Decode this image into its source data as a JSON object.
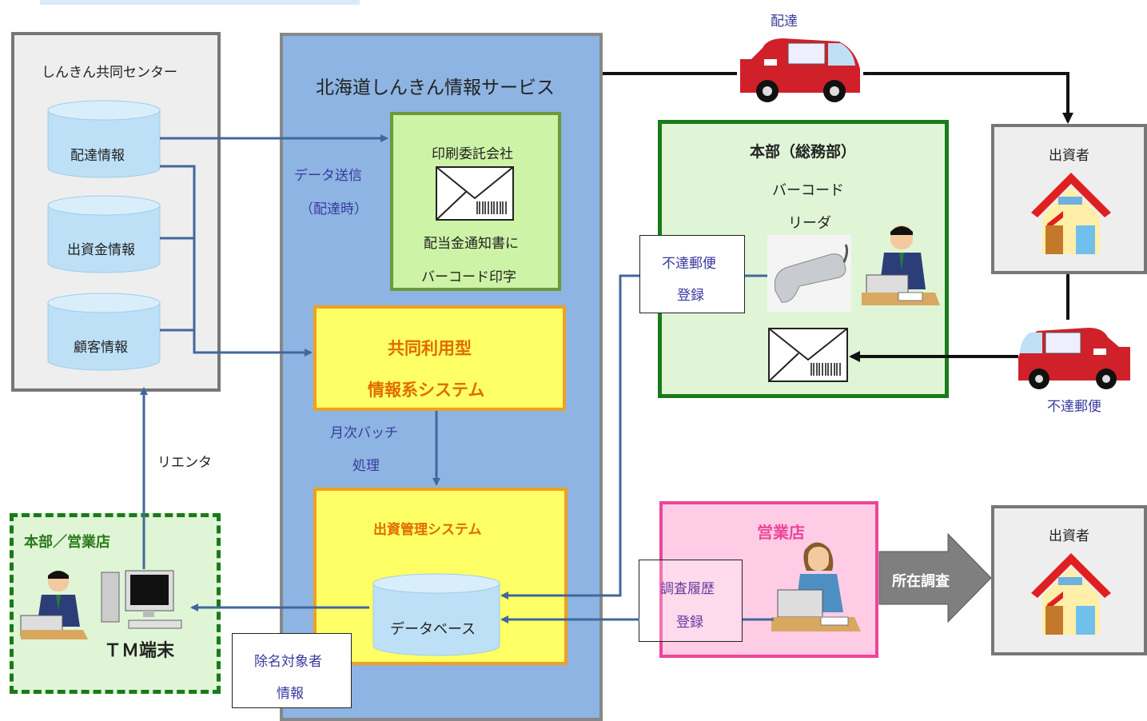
{
  "left_center": {
    "title": "しんきん共同センター",
    "db_items": [
      "配達情報",
      "出資金情報",
      "顧客情報"
    ]
  },
  "main_service": {
    "title": "北海道しんきん情報サービス",
    "print_company": {
      "title": "印刷委託会社",
      "line1": "配当金通知書に",
      "line2": "バーコード印字"
    },
    "data_send": {
      "line1": "データ送信",
      "line2": "（配達時）"
    },
    "shared_system": {
      "line1": "共同利用型",
      "line2": "情報系システム"
    },
    "batch": {
      "line1": "月次バッチ",
      "line2": "処理"
    },
    "investment_system": {
      "title": "出資管理システム",
      "db_label": "データベース"
    }
  },
  "reenter_label": "リエンタ",
  "hq_branch": {
    "title": "本部／営業店",
    "terminal_label": "ＴＭ端末"
  },
  "removal_info": {
    "line1": "除名対象者",
    "line2": "情報"
  },
  "delivery_label": "配達",
  "investor_top": "出資者",
  "investor_bottom": "出資者",
  "hq_general": {
    "title": "本部（総務部）",
    "reader_line1": "バーコード",
    "reader_line2": "リーダ"
  },
  "undelivered_reg": {
    "line1": "不達郵便",
    "line2": "登録"
  },
  "undelivered_mail_label": "不達郵便",
  "branch": {
    "title": "営業店"
  },
  "survey_reg": {
    "line1": "調査履歴",
    "line2": "登録"
  },
  "location_survey": "所在調査",
  "colors": {
    "main_blue": "#8db4e2",
    "arrow_blue": "#41689b",
    "green_fill": "#dff5d6",
    "green_border": "#1a7a1a",
    "yellow_fill": "#ffff66",
    "orange_border": "#f0a020",
    "pink_fill": "#ffcce6",
    "pink_border": "#ee4499",
    "gray_fill": "#eeeeee",
    "gray_border": "#777777"
  }
}
